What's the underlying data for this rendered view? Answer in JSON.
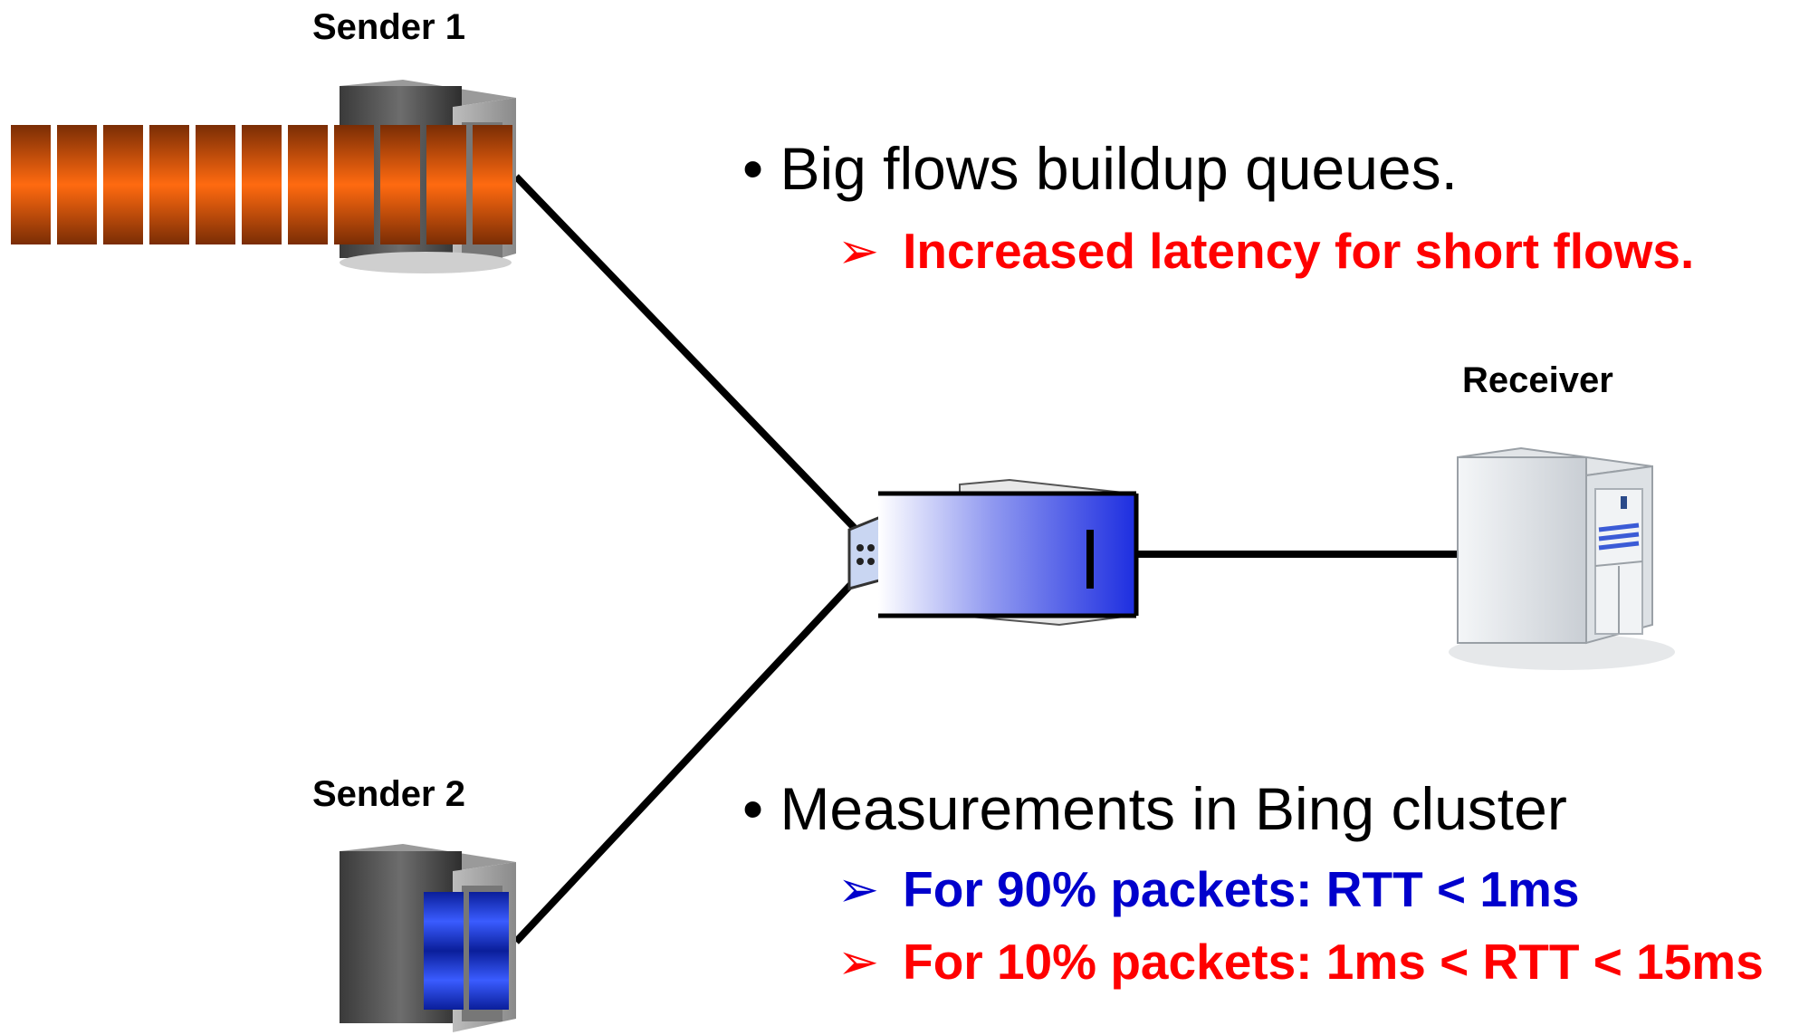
{
  "nodes": {
    "sender1": "Sender 1",
    "sender2": "Sender 2",
    "receiver": "Receiver"
  },
  "notes": {
    "point1": {
      "text": "Big flows buildup queues.",
      "sub": [
        {
          "text": "Increased latency for short flows.",
          "color": "#ff0000"
        }
      ]
    },
    "point2": {
      "text": "Measurements in Bing cluster",
      "sub": [
        {
          "text": "For 90% packets: RTT < 1ms",
          "color": "#0000cc"
        },
        {
          "text": "For 10% packets: 1ms < RTT < 15ms",
          "color": "#ff0000"
        }
      ]
    }
  },
  "colors": {
    "big_flow": "#e85a0c",
    "short_flow": "#1434e6",
    "link": "#000000"
  },
  "icons": {
    "sender_server": "server-tower-icon",
    "switch": "network-switch-icon",
    "receiver_server": "server-tower-icon"
  }
}
